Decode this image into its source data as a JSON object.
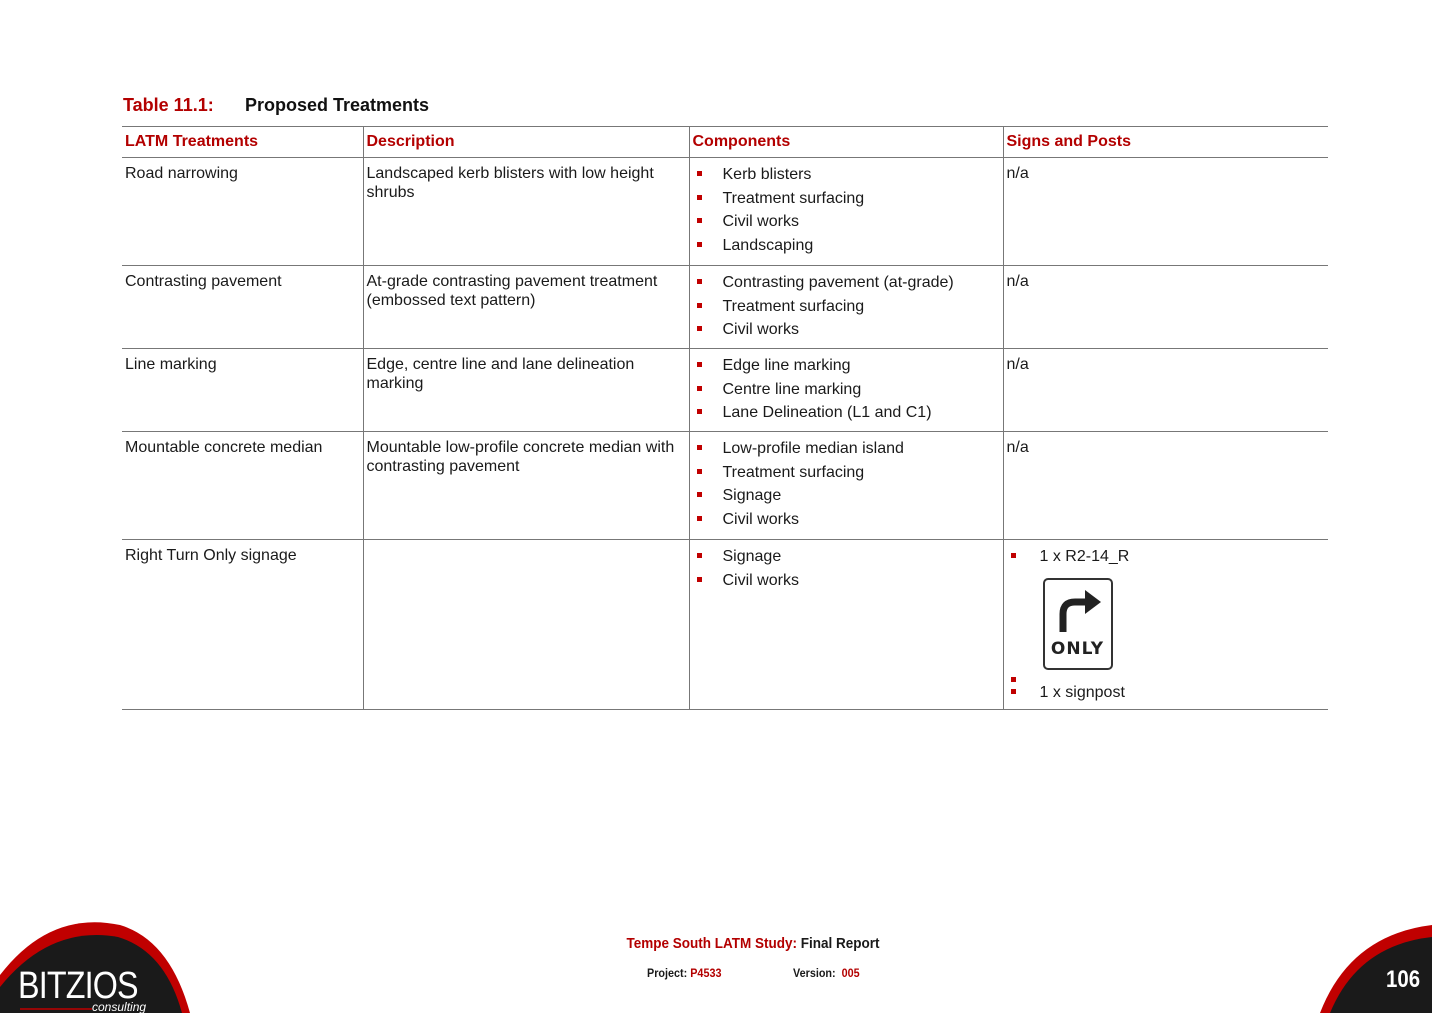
{
  "caption": {
    "number": "Table 11.1:",
    "title": "Proposed Treatments"
  },
  "table": {
    "headers": [
      "LATM Treatments",
      "Description",
      "Components",
      "Signs and Posts"
    ],
    "rows": [
      {
        "treatment": "Road narrowing",
        "description": "Landscaped kerb blisters with low height shrubs",
        "components": [
          "Kerb blisters",
          "Treatment surfacing",
          "Civil works",
          "Landscaping"
        ],
        "signs": "n/a"
      },
      {
        "treatment": "Contrasting pavement",
        "description": "At-grade contrasting pavement treatment (embossed text pattern)",
        "components": [
          "Contrasting pavement (at-grade)",
          "Treatment surfacing",
          "Civil works"
        ],
        "signs": "n/a"
      },
      {
        "treatment": "Line marking",
        "description": "Edge, centre line and lane delineation marking",
        "components": [
          "Edge line marking",
          "Centre line marking",
          "Lane Delineation (L1 and C1)"
        ],
        "signs": "n/a"
      },
      {
        "treatment": "Mountable concrete median",
        "description": "Mountable low-profile concrete median with contrasting pavement",
        "components": [
          "Low-profile median island",
          "Treatment surfacing",
          "Signage",
          "Civil works"
        ],
        "signs": "n/a"
      },
      {
        "treatment": "Right Turn Only signage",
        "description": "",
        "components": [
          "Signage",
          "Civil works"
        ],
        "signs_list": [
          "1 x R2-14_R",
          "1 x signpost"
        ],
        "sign_image_text": "ONLY",
        "sign_icon": "right-turn-arrow-icon"
      }
    ]
  },
  "footer": {
    "study": "Tempe South LATM Study:",
    "report": "Final Report",
    "project_label": "Project:",
    "project_value": "P4533",
    "version_label": "Version:",
    "version_value": "005",
    "page": "106"
  },
  "logo": {
    "name": "BITZIOS",
    "tagline": "consulting",
    "color": "#c00000"
  }
}
